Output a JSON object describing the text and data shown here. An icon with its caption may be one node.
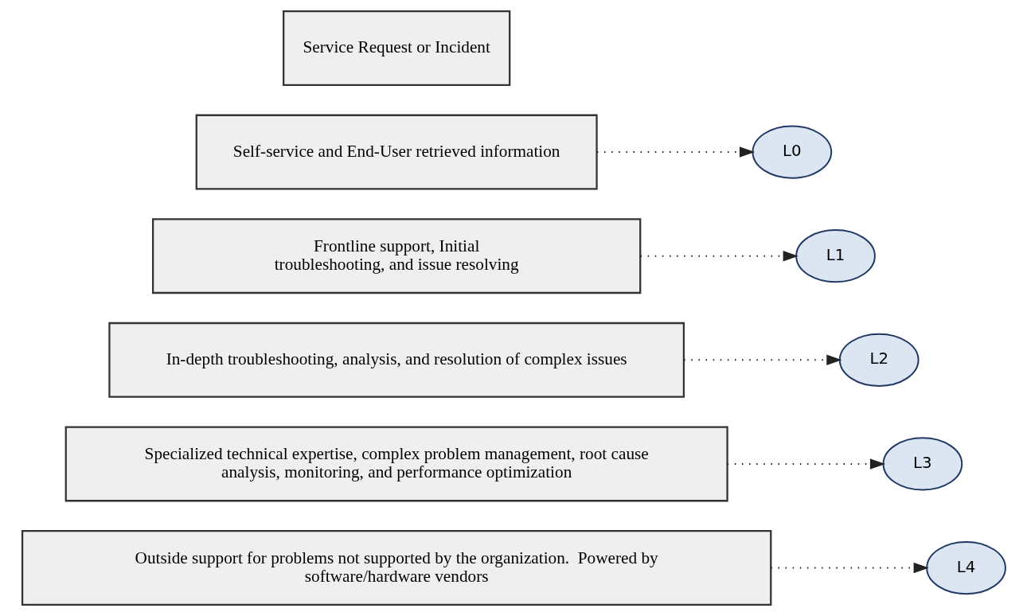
{
  "diagram": {
    "nodes": [
      {
        "text": [
          "Service Request or Incident"
        ]
      },
      {
        "text": [
          "Self-service and End-User retrieved information"
        ]
      },
      {
        "text": [
          "Frontline support, Initial troubleshooting, and issue resolving"
        ]
      },
      {
        "text": [
          "In-depth troubleshooting, analysis, and resolution of complex issues"
        ]
      },
      {
        "text": [
          "Specialized technical expertise, complex problem management, root cause analysis, monitoring, and performance optimization"
        ]
      },
      {
        "text": [
          "Outside support for problems not supported by the organization.  Powered by software/hardware vendors"
        ]
      },
      {
        "text": [
          "L0"
        ]
      },
      {
        "text": [
          "L1"
        ]
      },
      {
        "text": [
          "L2"
        ]
      },
      {
        "text": [
          "L3"
        ]
      },
      {
        "text": [
          "L4"
        ]
      }
    ],
    "edges": [
      {
        "from": 1,
        "to": 6,
        "arrow": "to",
        "style": "dashed"
      },
      {
        "from": 2,
        "to": 7,
        "arrow": "to",
        "style": "dashed"
      },
      {
        "from": 3,
        "to": 8,
        "arrow": "to",
        "style": "dashed"
      },
      {
        "from": 4,
        "to": 9,
        "arrow": "to",
        "style": "dashed"
      },
      {
        "from": 5,
        "to": 10,
        "arrow": "to",
        "style": "dashed"
      }
    ]
  }
}
